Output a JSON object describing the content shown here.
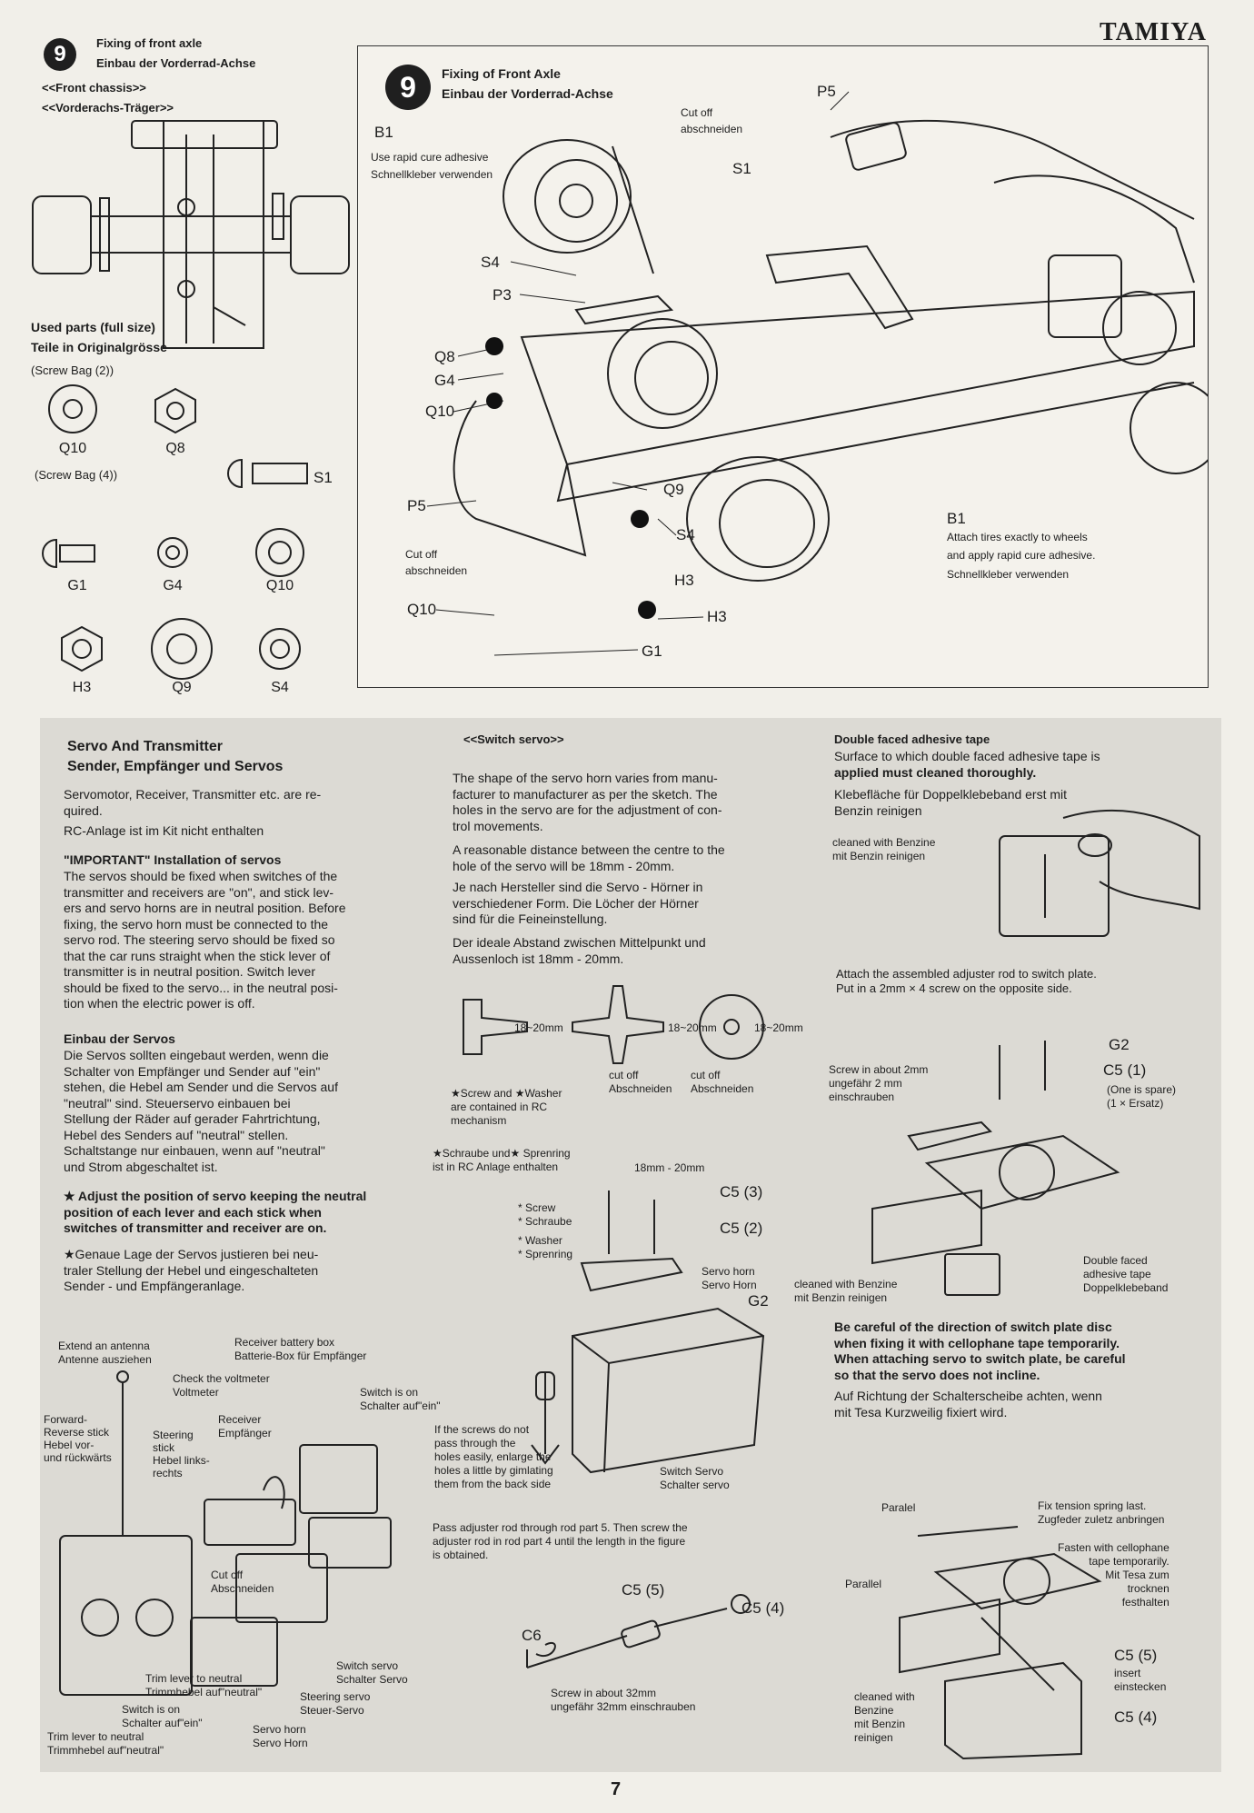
{
  "brand": "TAMIYA",
  "page_number": "7",
  "step_badge": "9",
  "left_title": [
    "Fixing of front axle",
    "Einbau der Vorderrad-Achse"
  ],
  "left_subtitle": [
    "<<Front chassis>>",
    "<<Vorderachs-Träger>>"
  ],
  "used_parts": [
    "Used parts (full size)",
    "Teile in Originalgrösse"
  ],
  "screw_bag_a": "(Screw Bag (2))",
  "screw_bag_b": "(Screw Bag (4))",
  "parts": [
    "Q10",
    "Q8",
    "S1",
    "G1",
    "G4",
    "Q10",
    "H3",
    "Q9",
    "S4"
  ],
  "panel": {
    "title": [
      "Fixing of Front Axle",
      "Einbau der Vorderrad-Achse"
    ],
    "b1_top_label": "B1",
    "b1_top_text": [
      "Use rapid cure adhesive",
      "Schnellkleber verwenden"
    ],
    "cut_off_top": [
      "Cut off",
      "abschneiden"
    ],
    "cut_off_left": [
      "Cut off",
      "abschneiden"
    ],
    "b1_right_label": "B1",
    "b1_right_text": [
      "Attach tires exactly to wheels",
      "and apply rapid cure adhesive.",
      "Schnellkleber verwenden"
    ],
    "labels": [
      "P5",
      "S1",
      "S4",
      "P3",
      "Q8",
      "G4",
      "Q10",
      "P5",
      "Q9",
      "S4",
      "H3",
      "H3",
      "Q10",
      "G1"
    ]
  },
  "servo": {
    "title": [
      "Servo And Transmitter",
      "Sender, Empfänger und Servos"
    ],
    "intro": [
      "Servomotor, Receiver, Transmitter etc. are re-",
      "quired.",
      "RC-Anlage ist im Kit nicht enthalten"
    ],
    "important_title": "\"IMPORTANT\" Installation of servos",
    "important_text": [
      "The servos should be fixed when switches of the",
      "transmitter and receivers are \"on\", and stick lev-",
      "ers and servo horns are in neutral position. Before",
      "fixing, the servo horn must be connected to the",
      "servo rod. The steering servo should be fixed so",
      "that the car runs straight when the stick lever of",
      "transmitter is in neutral position. Switch lever",
      "should be fixed to the servo... in the neutral posi-",
      "tion when the electric power is off."
    ],
    "einbau_title": "Einbau der Servos",
    "einbau_text": [
      "Die Servos sollten eingebaut werden, wenn die",
      "Schalter von Empfänger und Sender auf \"ein\"",
      "stehen, die Hebel am Sender und die Servos auf",
      "\"neutral\" sind. Steuerservo einbauen bei",
      "Stellung der Räder auf gerader Fahrtrichtung,",
      "Hebel des Senders auf \"neutral\" stellen.",
      "Schaltstange nur einbauen, wenn auf \"neutral\"",
      "und Strom abgeschaltet ist."
    ],
    "adjust_en": [
      "★ Adjust the position of servo keeping the neutral",
      "position of each lever and each stick when",
      "switches of transmitter and receiver are on."
    ],
    "adjust_de": [
      "★Genaue Lage der Servos justieren bei neu-",
      "traler Stellung der Hebel und eingeschalteten",
      "Sender - und Empfängeranlage."
    ],
    "diagram_labels": [
      "Extend an antenna",
      "Antenne ausziehen",
      "Receiver battery box",
      "Batterie-Box für Empfänger",
      "Check the voltmeter",
      "Voltmeter",
      "Switch is on",
      "Schalter auf\"ein\"",
      "Forward-Reverse stick",
      "Hebel vor- und rückwärts",
      "Steering stick",
      "Hebel links-rechts",
      "Receiver",
      "Empfänger",
      "Cut off",
      "Abschneiden",
      "Trim lever to neutral",
      "Trimmhebel auf\"neutral\"",
      "Switch is on",
      "Schalter auf\"ein\"",
      "Trim lever to neutral",
      "Trimmhebel auf\"neutral\"",
      "Servo horn",
      "Servo Horn",
      "Switch servo",
      "Schalter Servo",
      "Steering servo",
      "Steuer-Servo"
    ]
  },
  "switch_servo": {
    "title": "<<Switch servo>>",
    "p1": [
      "The shape of the servo horn varies from manu-",
      "facturer to manufacturer as per the sketch. The",
      "holes in the servo are for the adjustment of con-",
      "trol movements."
    ],
    "p2": [
      "A reasonable distance between the centre to the",
      "hole of the servo will be 18mm - 20mm."
    ],
    "p3": [
      "Je nach Hersteller sind die Servo - Hörner in",
      "verschiedener Form. Die Löcher der Hörner",
      "sind für die Feineinstellung."
    ],
    "p4": [
      "Der ideale Abstand zwischen Mittelpunkt und",
      "Aussenloch ist 18mm - 20mm."
    ],
    "horn_dims": [
      "18~20mm",
      "18~20mm",
      "18~20mm"
    ],
    "cut_off": [
      "cut off",
      "Abschneiden",
      "cut off",
      "Abschneiden"
    ],
    "screw_note": [
      "★Screw and ★Washer",
      "are contained in RC",
      "mechanism"
    ],
    "screw_note_de": [
      "★Schraube und★ Sprenring",
      "ist in RC Anlage enthalten"
    ],
    "dim_18_20": "18mm - 20mm",
    "screw_labels": [
      "* Screw",
      "* Schraube",
      "* Washer",
      "* Sprenring"
    ],
    "part_labels": [
      "C5 (3)",
      "C5 (2)",
      "G2"
    ],
    "servo_horn": [
      "Servo horn",
      "Servo Horn"
    ],
    "enlarge": [
      "If the screws do not",
      "pass through the",
      "holes easily, enlarge the",
      "holes a little by gimlating",
      "them from the back side"
    ],
    "switch_servo_label": [
      "Switch Servo",
      "Schalter servo"
    ],
    "pass_rod": [
      "Pass adjuster rod through rod part 5. Then screw the",
      "adjuster rod in rod part 4 until the length in the figure",
      "is obtained."
    ],
    "rod_labels": [
      "C5 (5)",
      "C5 (4)",
      "C6"
    ],
    "screw_32": [
      "Screw in about 32mm",
      "ungefähr 32mm einschrauben"
    ]
  },
  "tape": {
    "title": "Double faced adhesive tape",
    "en": [
      "Surface to which double faced adhesive tape is",
      "applied must cleaned thoroughly."
    ],
    "de": [
      "Klebefläche für Doppelklebeband erst mit",
      "Benzin reinigen"
    ],
    "cleaned": [
      "cleaned with Benzine",
      "mit Benzin reinigen"
    ],
    "attach": [
      "Attach the assembled adjuster rod to switch plate.",
      "Put in a 2mm × 4 screw on the opposite side."
    ],
    "screw_2mm": [
      "Screw in about 2mm",
      "ungefähr 2 mm",
      "einschrauben"
    ],
    "g2": "G2",
    "c5_1": "C5 (1)",
    "spare": [
      "(One is spare)",
      "(1 × Ersatz)"
    ],
    "double_faced": [
      "Double faced",
      "adhesive tape",
      "Doppelklebeband"
    ],
    "cleaned2": [
      "cleaned with Benzine",
      "mit Benzin reinigen"
    ],
    "careful_en": [
      "Be careful of the direction of switch plate disc",
      "when fixing it with cellophane tape temporarily.",
      "When attaching servo to switch plate, be careful",
      "so that the servo does not incline."
    ],
    "careful_de": [
      "Auf Richtung der Schalterscheibe achten, wenn",
      "mit Tesa Kurzweilig fixiert wird."
    ],
    "parallel_top": "Paralel",
    "parallel_left": "Parallel",
    "fix_tension": [
      "Fix tension spring last.",
      "Zugfeder zuletz anbringen"
    ],
    "fasten": [
      "Fasten with cellophane",
      "tape temporarily.",
      "Mit Tesa zum",
      "trocknen",
      "festhalten"
    ],
    "c5_5": "C5 (5)",
    "insert": [
      "insert",
      "einstecken"
    ],
    "c5_4": "C5 (4)",
    "cleaned3": [
      "cleaned with",
      "Benzine",
      "mit Benzin",
      "reinigen"
    ]
  }
}
